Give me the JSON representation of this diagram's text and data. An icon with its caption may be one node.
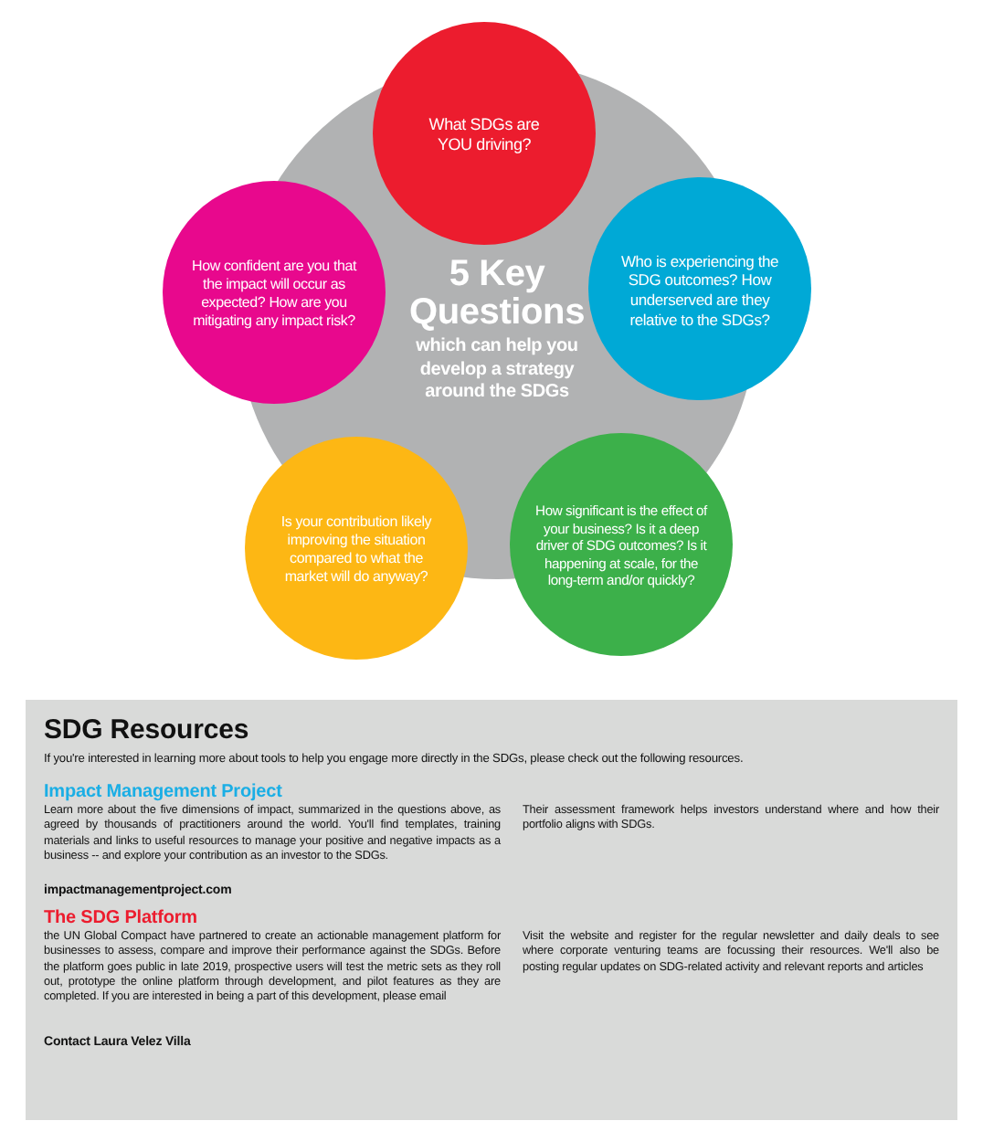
{
  "diagram": {
    "nodes": [
      {
        "text": [
          "5 Key Questions",
          "which can help you develop a strategy around the SDGs"
        ]
      },
      {
        "text": [
          "What SDGs are YOU driving?"
        ]
      },
      {
        "text": [
          "Who is experiencing the SDG outcomes? How underserved are they relative to the SDGs?"
        ]
      },
      {
        "text": [
          "How significant is the effect of your business? Is it a deep driver of SDG outcomes? Is it happening at scale, for the long-term and/or quickly?"
        ]
      },
      {
        "text": [
          "Is your contribution likely improving the situation compared to what the market will do anyway?"
        ]
      },
      {
        "text": [
          "How confident are you that the impact will occur as expected? How are you mitigating any impact risk?"
        ]
      },
      {
        "text": [
          "SDG Resources",
          "If you're interested in learning more about tools to help you engage more directly in the SDGs, please check out the following resources.",
          "Impact Management Project",
          "Learn more about the five dimensions of impact, summarized in the questions above, as agreed by thousands of practitioners around the world. You'll find templates, training materials and links to useful resources to manage your positive and negative impacts as a business -- and explore your contribution as an investor to the SDGs.",
          "impactmanagementproject.com",
          "The SDG Platform",
          "the UN Global Compact have partnered to create an actionable management platform for businesses to assess, compare and improve their performance against the SDGs. Before the platform goes public in late 2019, prospective users will test the metric sets as they roll out, prototype the online platform through development, and pilot features as they are completed. If you are interested in being a part of this development, please email",
          "Contact Laura Velez Villa",
          "Their assessment framework helps investors understand where and how their portfolio aligns with SDGs.",
          "Visit the website and register for the regular newsletter and daily deals to see where corporate venturing teams are focussing their resources. We'll also be posting regular updates on SDG-related activity and relevant reports and articles"
        ]
      }
    ]
  }
}
